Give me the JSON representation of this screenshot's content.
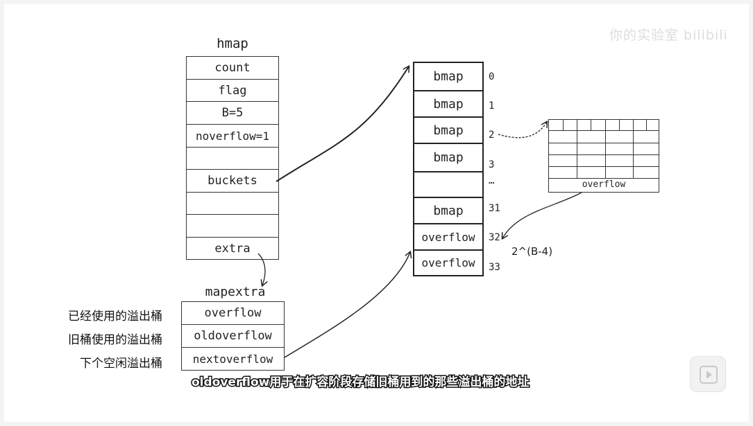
{
  "hmap": {
    "title": "hmap",
    "fields": [
      "count",
      "flag",
      "B=5",
      "noverflow=1",
      "",
      "buckets",
      "",
      "",
      "extra"
    ]
  },
  "mapextra": {
    "title": "mapextra",
    "fields": [
      "overflow",
      "oldoverflow",
      "nextoverflow"
    ],
    "descriptions": [
      "已经使用的溢出桶",
      "旧桶使用的溢出桶",
      "下个空闲溢出桶"
    ]
  },
  "buckets": {
    "cells": [
      "bmap",
      "bmap",
      "bmap",
      "bmap",
      "",
      "bmap",
      "overflow",
      "overflow"
    ],
    "indices": [
      "0",
      "1",
      "2",
      "3",
      "…",
      "31",
      "32",
      "33"
    ]
  },
  "bmap_detail": {
    "label": "overflow"
  },
  "formula": "2^(B-4)",
  "subtitle": "oldoverflow用于在扩容阶段存储旧桶用到的那些溢出桶的地址",
  "watermark": "你的实验室 bilibili",
  "icons": {
    "play": "play-icon"
  }
}
